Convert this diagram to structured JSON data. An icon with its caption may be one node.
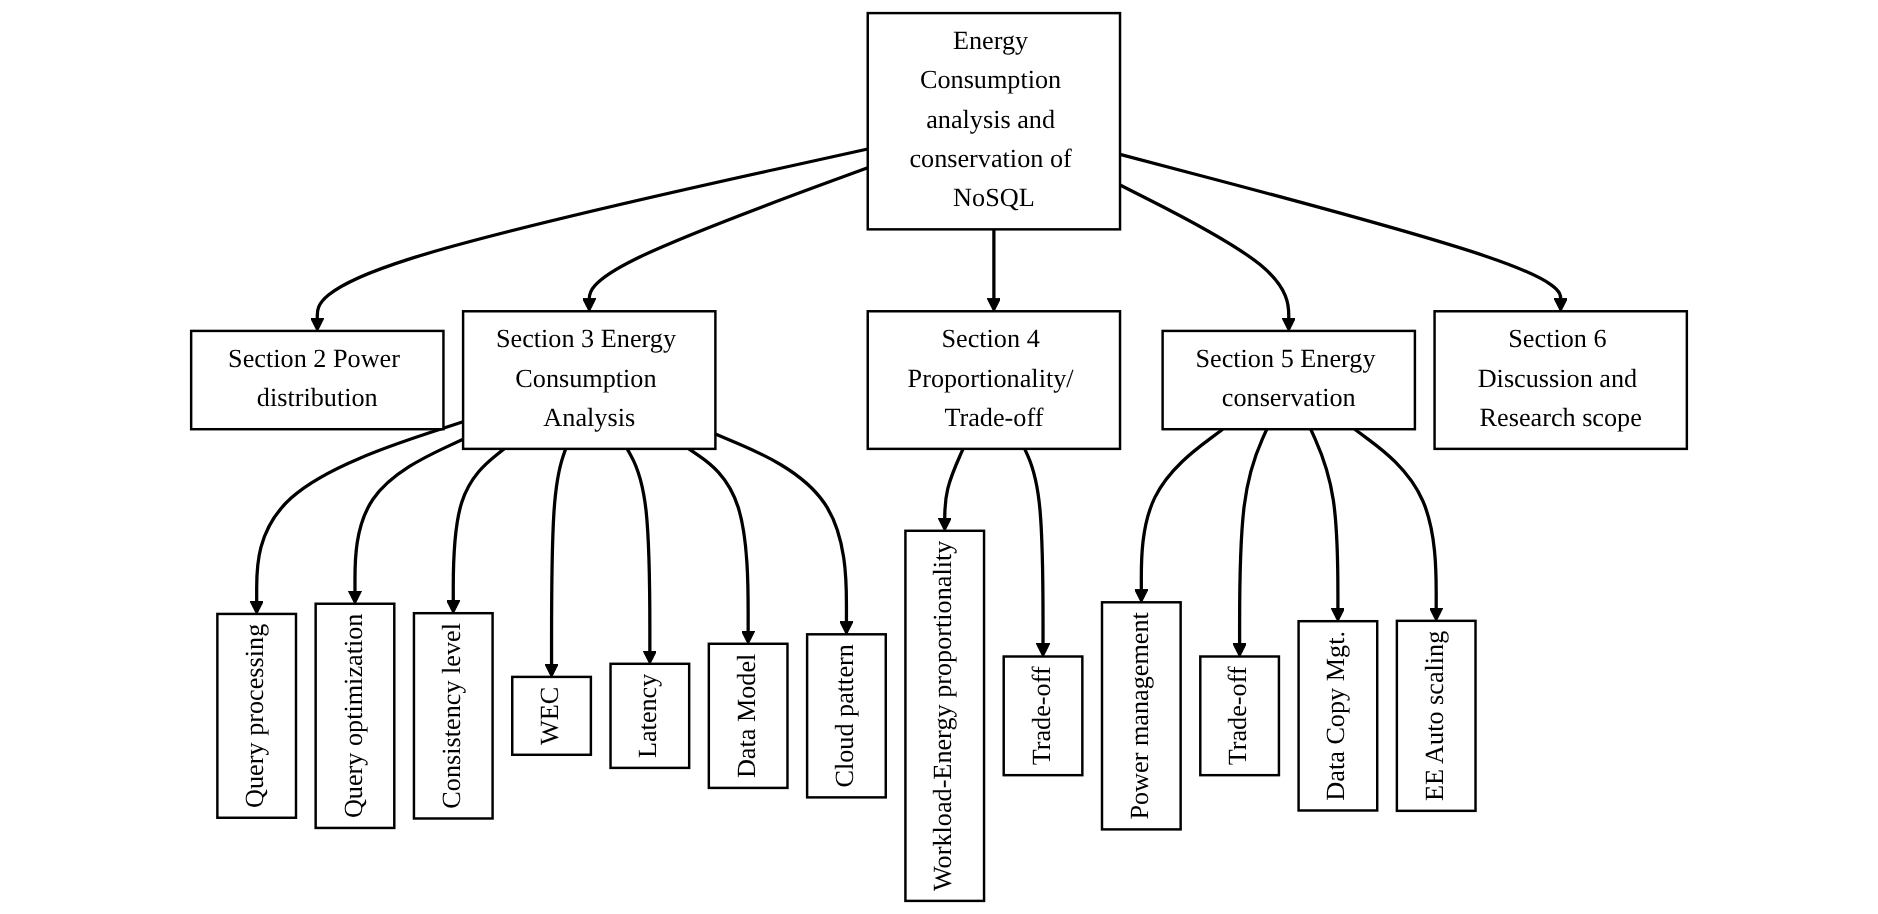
{
  "diagram": {
    "nodes": [
      {
        "text": [
          "Energy Consumption analysis and conservation of NoSQL"
        ]
      },
      {
        "text": [
          "Section 2 Power distribution"
        ]
      },
      {
        "text": [
          "Section 3 Energy Consumption Analysis"
        ]
      },
      {
        "text": [
          "Section 4 Proportionality/ Trade-off"
        ]
      },
      {
        "text": [
          "Section 5 Energy conservation"
        ]
      },
      {
        "text": [
          "Section 6 Discussion and Research scope"
        ]
      },
      {
        "text": [
          "Query processing"
        ]
      },
      {
        "text": [
          "Query optimization"
        ]
      },
      {
        "text": [
          "Consistency level"
        ]
      },
      {
        "text": [
          "WEC"
        ]
      },
      {
        "text": [
          "Latency"
        ]
      },
      {
        "text": [
          "Data Model"
        ]
      },
      {
        "text": [
          "Cloud pattern"
        ]
      },
      {
        "text": [
          "Workload-Energy proportionality"
        ]
      },
      {
        "text": [
          "Trade-off"
        ]
      },
      {
        "text": [
          "Power management"
        ]
      },
      {
        "text": [
          "Trade-off"
        ]
      },
      {
        "text": [
          "Data Copy Mgt."
        ]
      },
      {
        "text": [
          "EE Auto scaling"
        ]
      }
    ],
    "edges": [
      {
        "from": 0,
        "to": 1,
        "arrow": "to"
      },
      {
        "from": 0,
        "to": 2,
        "arrow": "to"
      },
      {
        "from": 0,
        "to": 3,
        "arrow": "to"
      },
      {
        "from": 0,
        "to": 4,
        "arrow": "to"
      },
      {
        "from": 0,
        "to": 5,
        "arrow": "to"
      },
      {
        "from": 2,
        "to": 6,
        "arrow": "to"
      },
      {
        "from": 2,
        "to": 7,
        "arrow": "to"
      },
      {
        "from": 2,
        "to": 8,
        "arrow": "to"
      },
      {
        "from": 2,
        "to": 9,
        "arrow": "to"
      },
      {
        "from": 2,
        "to": 10,
        "arrow": "to"
      },
      {
        "from": 2,
        "to": 11,
        "arrow": "to"
      },
      {
        "from": 2,
        "to": 12,
        "arrow": "to"
      },
      {
        "from": 3,
        "to": 13,
        "arrow": "to"
      },
      {
        "from": 3,
        "to": 14,
        "arrow": "to"
      },
      {
        "from": 4,
        "to": 15,
        "arrow": "to"
      },
      {
        "from": 4,
        "to": 16,
        "arrow": "to"
      },
      {
        "from": 4,
        "to": 17,
        "arrow": "to"
      },
      {
        "from": 4,
        "to": 18,
        "arrow": "to"
      }
    ]
  }
}
